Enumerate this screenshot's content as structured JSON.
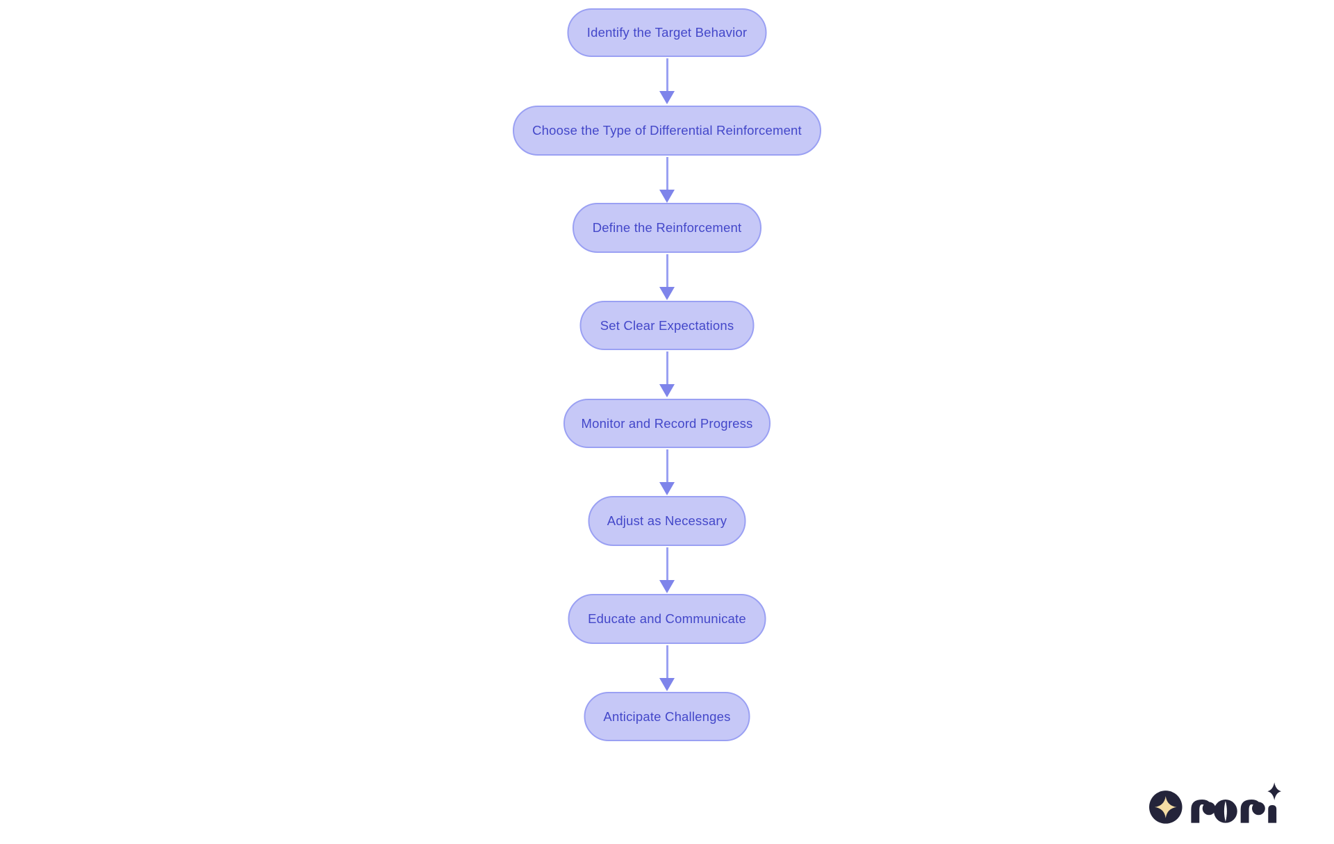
{
  "diagram": {
    "type": "flowchart",
    "direction": "top-down",
    "nodes": [
      {
        "id": "1",
        "label": "Identify the Target Behavior"
      },
      {
        "id": "2",
        "label": "Choose the Type of Differential Reinforcement"
      },
      {
        "id": "3",
        "label": "Define the Reinforcement"
      },
      {
        "id": "4",
        "label": "Set Clear Expectations"
      },
      {
        "id": "5",
        "label": "Monitor and Record Progress"
      },
      {
        "id": "6",
        "label": "Adjust as Necessary"
      },
      {
        "id": "7",
        "label": "Educate and Communicate"
      },
      {
        "id": "8",
        "label": "Anticipate Challenges"
      }
    ],
    "edges": [
      [
        "1",
        "2"
      ],
      [
        "2",
        "3"
      ],
      [
        "3",
        "4"
      ],
      [
        "4",
        "5"
      ],
      [
        "5",
        "6"
      ],
      [
        "6",
        "7"
      ],
      [
        "7",
        "8"
      ]
    ]
  },
  "palette": {
    "background": "#ffffff",
    "node_fill": "#c6c8f7",
    "node_border": "#9aa0f3",
    "node_text": "#4347c9",
    "arrow_line": "#9aa0f2",
    "arrow_head": "#7e84ea",
    "logo_dark": "#24243a",
    "logo_gold": "#f4dca4"
  },
  "logo": {
    "brand": "rori",
    "icon": "sparkle-icon"
  }
}
